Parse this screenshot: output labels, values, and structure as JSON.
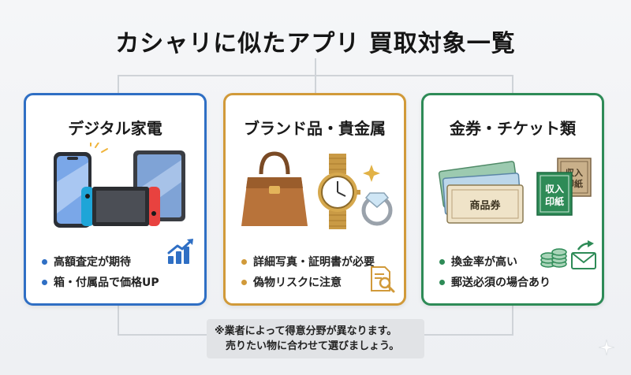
{
  "title": "カシャリに似たアプリ 買取対象一覧",
  "colors": {
    "blue": "#2f6fc4",
    "gold": "#d19a3a",
    "green": "#2e8b57"
  },
  "cards": [
    {
      "title": "デジタル家電",
      "bullets": [
        "高額査定が期待",
        "箱・付属品で価格UP"
      ],
      "icon": "bar-chart-up-icon"
    },
    {
      "title": "ブランド品・貴金属",
      "bullets": [
        "詳細写真・証明書が必要",
        "偽物リスクに注意"
      ],
      "icon": "document-magnifier-icon"
    },
    {
      "title": "金券・チケット類",
      "bullets": [
        "換金率が高い",
        "郵送必須の場合あり"
      ],
      "icon": "coins-envelope-icon",
      "voucher_text": "商品券",
      "stamp_text_1": "収入",
      "stamp_text_2": "印紙"
    }
  ],
  "note": {
    "line1": "※業者によって得意分野が異なります。",
    "line2": "売りたい物に合わせて選びましょう。"
  }
}
